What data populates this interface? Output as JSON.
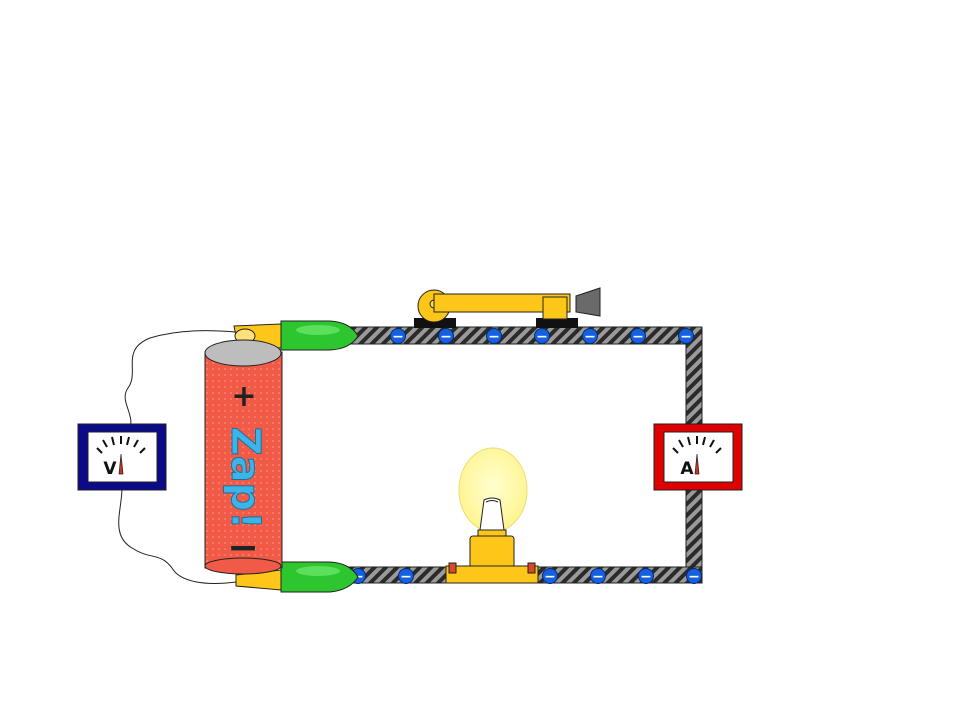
{
  "circuit": {
    "battery": {
      "brand_label": "Zap!",
      "positive_label": "+",
      "negative_label": "−",
      "body_color": "#f05a46"
    },
    "voltmeter": {
      "letter": "V",
      "frame_color": "#0b0b8a"
    },
    "ammeter": {
      "letter": "A",
      "frame_color": "#e00000"
    },
    "switch": {
      "state": "closed",
      "color": "#ffc61a"
    },
    "bulb": {
      "state": "lit",
      "glow_color": "#fff7a6"
    },
    "wire": {
      "electron_symbol": "−",
      "electron_color": "#1560e0"
    }
  }
}
